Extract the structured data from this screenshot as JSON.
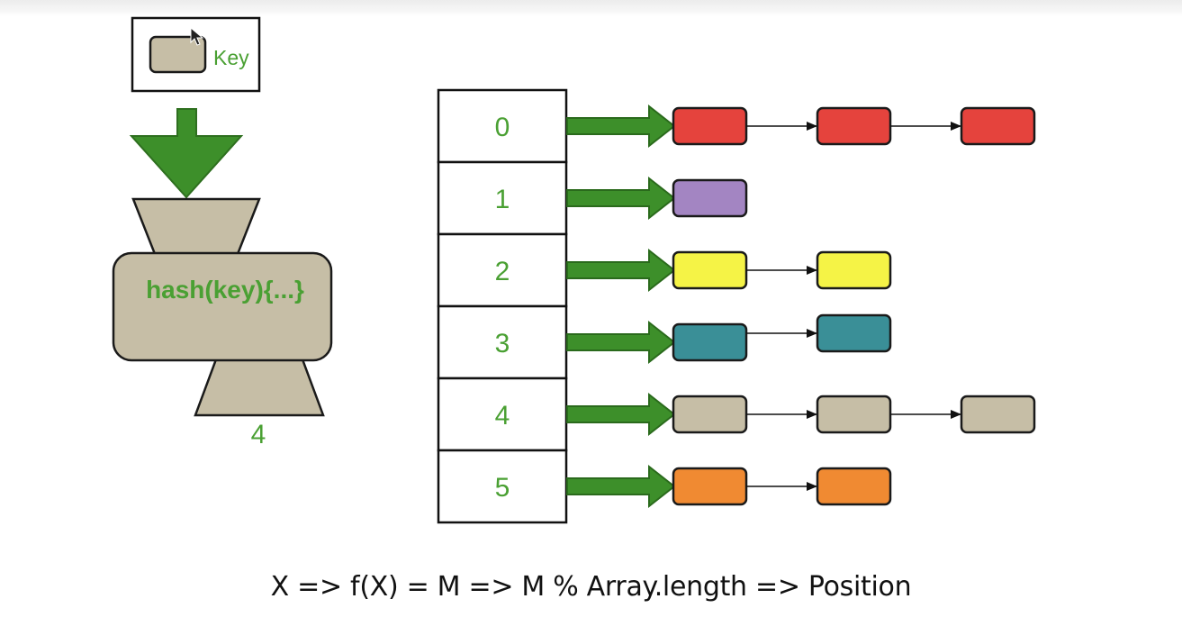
{
  "colors": {
    "green": "#3d8f2a",
    "green_text": "#4aa033",
    "tan": "#c6bea6",
    "node_border": "#1a1a1a"
  },
  "key_box": {
    "label": "Key"
  },
  "hash_function": {
    "label": "hash(key){...}",
    "output": "4"
  },
  "buckets": [
    {
      "index": "0",
      "chain": [
        "#e5433d",
        "#e5433d",
        "#e5433d"
      ]
    },
    {
      "index": "1",
      "chain": [
        "#a385c2"
      ]
    },
    {
      "index": "2",
      "chain": [
        "#f5f346",
        "#f5f346"
      ]
    },
    {
      "index": "3",
      "chain": [
        "#3a8f97",
        "#3a8f97"
      ]
    },
    {
      "index": "4",
      "chain": [
        "#c6bea6",
        "#c6bea6",
        "#c6bea6"
      ]
    },
    {
      "index": "5",
      "chain": [
        "#f08a32",
        "#f08a32"
      ]
    }
  ],
  "formula": "X => f(X) = M => M % Array.length => Position",
  "icons": {
    "cursor": "mouse-pointer-icon"
  }
}
